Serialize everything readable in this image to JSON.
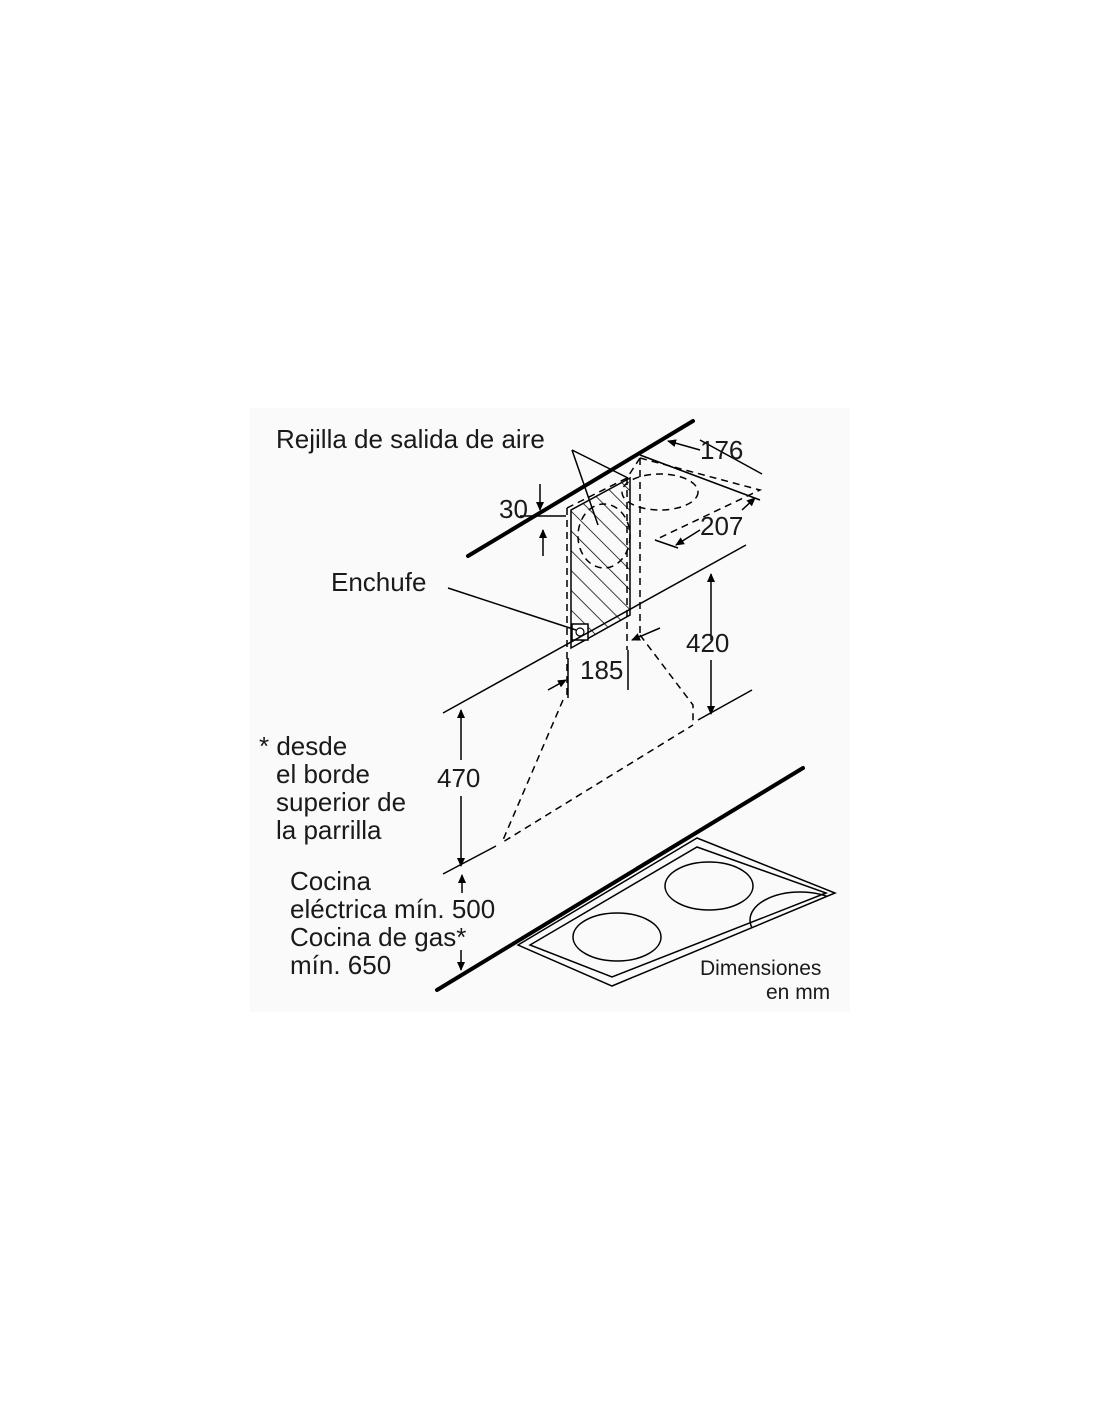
{
  "labels": {
    "air_outlet": "Rejilla de salida de aire",
    "socket": "Enchufe",
    "dim_30": "30",
    "dim_176": "176",
    "dim_207": "207",
    "dim_185": "185",
    "dim_420": "420",
    "dim_470": "470",
    "note_line1": "* desde",
    "note_line2": "el borde",
    "note_line3": "superior de",
    "note_line4": "la parrilla",
    "cooktop_line1": "Cocina",
    "cooktop_line2": "eléctrica mín. 500",
    "cooktop_line3": "Cocina de gas*",
    "cooktop_line4": "mín. 650",
    "units_line1": "Dimensiones",
    "units_line2": "en mm"
  }
}
